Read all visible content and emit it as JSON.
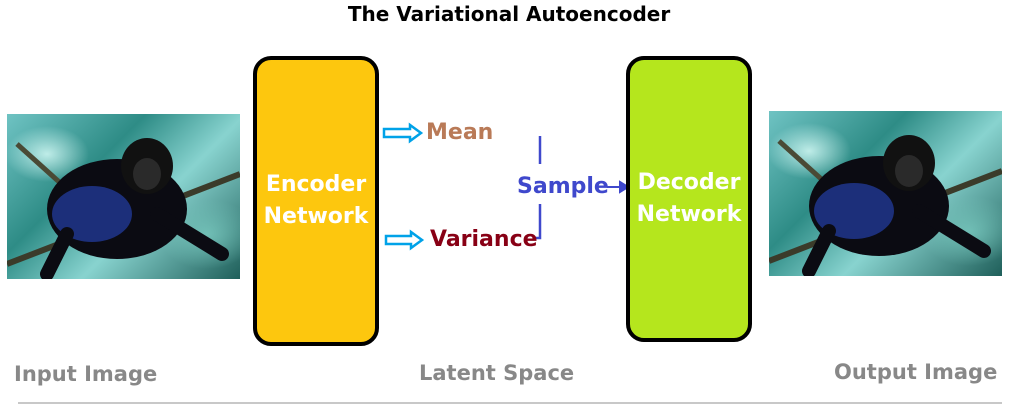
{
  "title": "The Variational Autoencoder",
  "encoder": {
    "line1": "Encoder",
    "line2": "Network"
  },
  "decoder": {
    "line1": "Decoder",
    "line2": "Network"
  },
  "latent": {
    "mean": "Mean",
    "variance": "Variance",
    "sample": "Sample"
  },
  "captions": {
    "input": "Input Image",
    "latent": "Latent Space",
    "output": "Output Image"
  },
  "colors": {
    "encoder": "#fdc70e",
    "decoder": "#b5e61d",
    "mean": "#b97a57",
    "variance": "#880015",
    "sample": "#3f48cc",
    "arrow": "#00a2e8",
    "caption": "#888888"
  }
}
